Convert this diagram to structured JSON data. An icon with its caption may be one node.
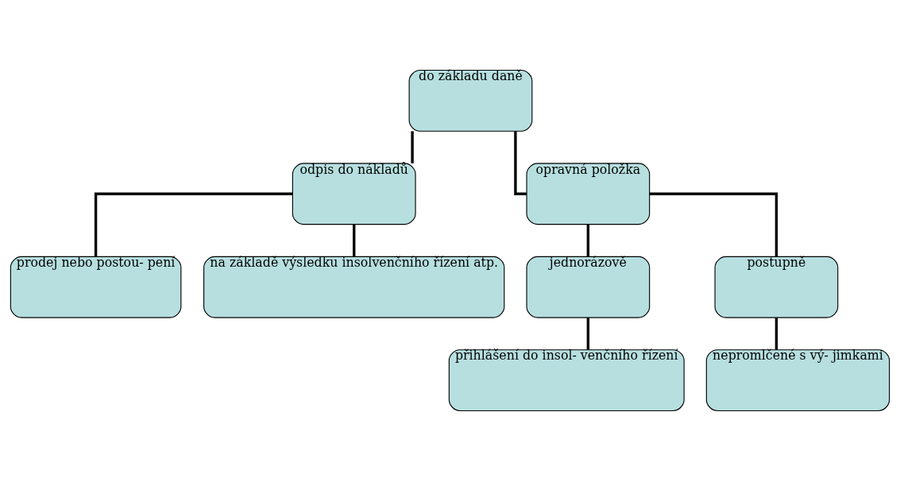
{
  "diagram": {
    "nodes": [
      {
        "text": [
          "do základu daně"
        ]
      },
      {
        "text": [
          "odpis do nákladů"
        ]
      },
      {
        "text": [
          "opravná položka"
        ]
      },
      {
        "text": [
          "prodej nebo postou- pení"
        ]
      },
      {
        "text": [
          "na základě výsledku insolvenčního řízení atp."
        ]
      },
      {
        "text": [
          "jednorázově"
        ]
      },
      {
        "text": [
          "postupně"
        ]
      },
      {
        "text": [
          "přihlášení do insol- venčního řízení"
        ]
      },
      {
        "text": [
          "nepromlčené s vý- jimkami"
        ]
      }
    ],
    "edges": [
      {
        "from": 0,
        "to": 1,
        "arrow": "none"
      },
      {
        "from": 0,
        "to": 2,
        "arrow": "none"
      },
      {
        "from": 1,
        "to": 3,
        "arrow": "none"
      },
      {
        "from": 1,
        "to": 4,
        "arrow": "none"
      },
      {
        "from": 2,
        "to": 5,
        "arrow": "none"
      },
      {
        "from": 2,
        "to": 6,
        "arrow": "none"
      },
      {
        "from": 5,
        "to": 7,
        "arrow": "none"
      },
      {
        "from": 6,
        "to": 8,
        "arrow": "none"
      }
    ]
  }
}
